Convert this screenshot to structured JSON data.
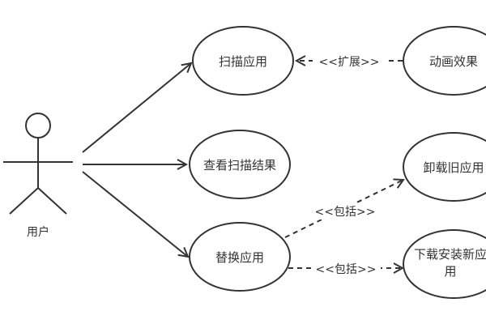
{
  "diagram": {
    "actor": {
      "label": "用户"
    },
    "use_cases": {
      "scan_apps": "扫描应用",
      "view_results": "查看扫描结果",
      "replace_apps": "替换应用",
      "animation": "动画效果",
      "uninstall_old": "卸载旧应用",
      "download_install_line1": "下载安装新应",
      "download_install_line2": "用"
    },
    "relations": {
      "extend": "<<扩展>>",
      "include_uninstall": "<<包括>>",
      "include_download": "<<包括>>"
    }
  }
}
